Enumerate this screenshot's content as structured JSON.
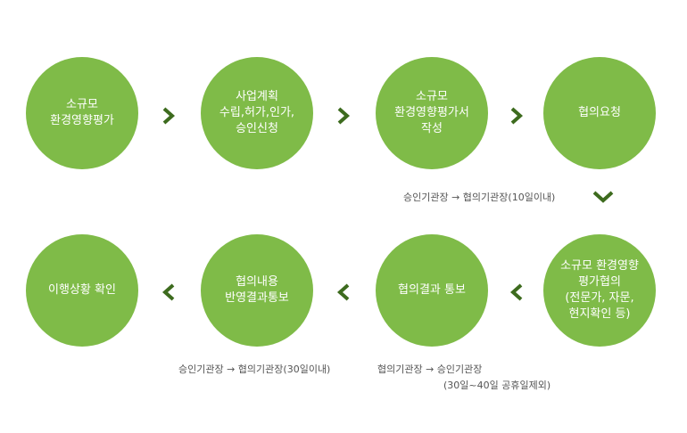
{
  "steps": [
    {
      "label": "소규모\n환경영향평가"
    },
    {
      "label": "사업계획\n수립,허가,인가,\n승인신청"
    },
    {
      "label": "소규모\n환경영향평가서\n작성"
    },
    {
      "label": "협의요청"
    },
    {
      "label": "소규모 환경영향\n평가협의\n(전문가, 자문,\n현지확인 등)"
    },
    {
      "label": "협의결과 통보"
    },
    {
      "label": "협의내용\n반영결과통보"
    },
    {
      "label": "이행상황 확인"
    }
  ],
  "notes": {
    "request": "승인기관장 → 협의기관장(10일이내)",
    "result_line1": "협의기관장 → 승인기관장",
    "result_line2": "(30일~40일 공휴일제외)",
    "reflect": "승인기관장 → 협의기관장(30일이내)"
  },
  "colors": {
    "circle": "#7fbb48",
    "arrow": "#3d6b1e",
    "note": "#555555"
  }
}
